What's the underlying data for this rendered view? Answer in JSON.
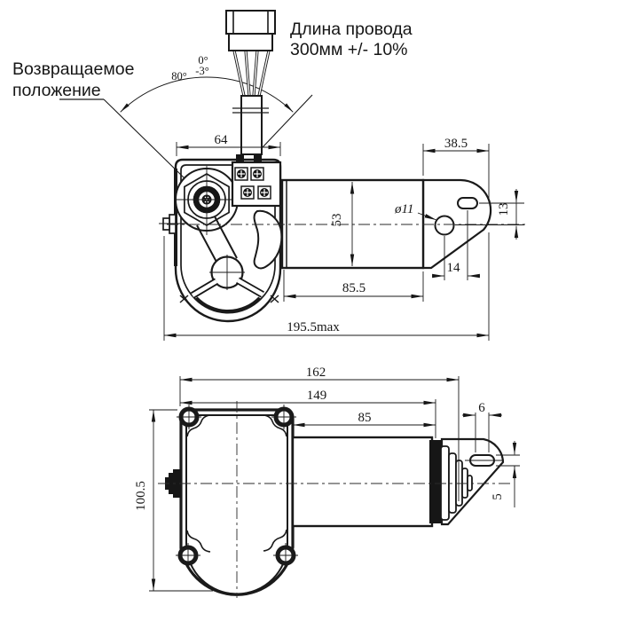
{
  "drawing_type": "technical-drawing-wiper-motor",
  "annotations": {
    "return_position_line1": "Возвращаемое",
    "return_position_line2": "положение",
    "wire_note_line1": "Длина провода",
    "wire_note_line2": "300мм +/- 10%",
    "angle_sweep": "80°",
    "angle_upper": "0°",
    "angle_lower": "-3°"
  },
  "top_view": {
    "dims": {
      "gearbox_width": "64",
      "bracket_offset": "38.5",
      "motor_diameter": "53",
      "hole_diameter": "ø11",
      "hole_slot_spacing_v": "13",
      "hole_slot_spacing_h": "14",
      "motor_length": "85.5",
      "overall_length": "195.5max"
    }
  },
  "bottom_view": {
    "dims": {
      "overall_width": "162",
      "cover_width": "149",
      "motor_section": "85",
      "slot_hole_spacing": "6",
      "slot_width": "5",
      "gearbox_height": "100.5"
    }
  },
  "colors": {
    "line": "#1a1a1a",
    "background": "#ffffff"
  }
}
